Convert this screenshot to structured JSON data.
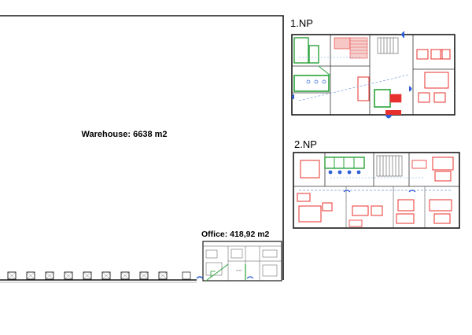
{
  "warehouse": {
    "label": "Warehouse: 6638 m2",
    "dock_door_count": 9
  },
  "office": {
    "label": "Office: 418,92 m2"
  },
  "floors": [
    {
      "label": "1.NP"
    },
    {
      "label": "2.NP"
    }
  ],
  "colors": {
    "wall": "#1a1a1a",
    "furniture": "#e8302c",
    "partition": "#2aa33a",
    "door": "#2f5fd8",
    "annotation": "#7a9fd6"
  }
}
